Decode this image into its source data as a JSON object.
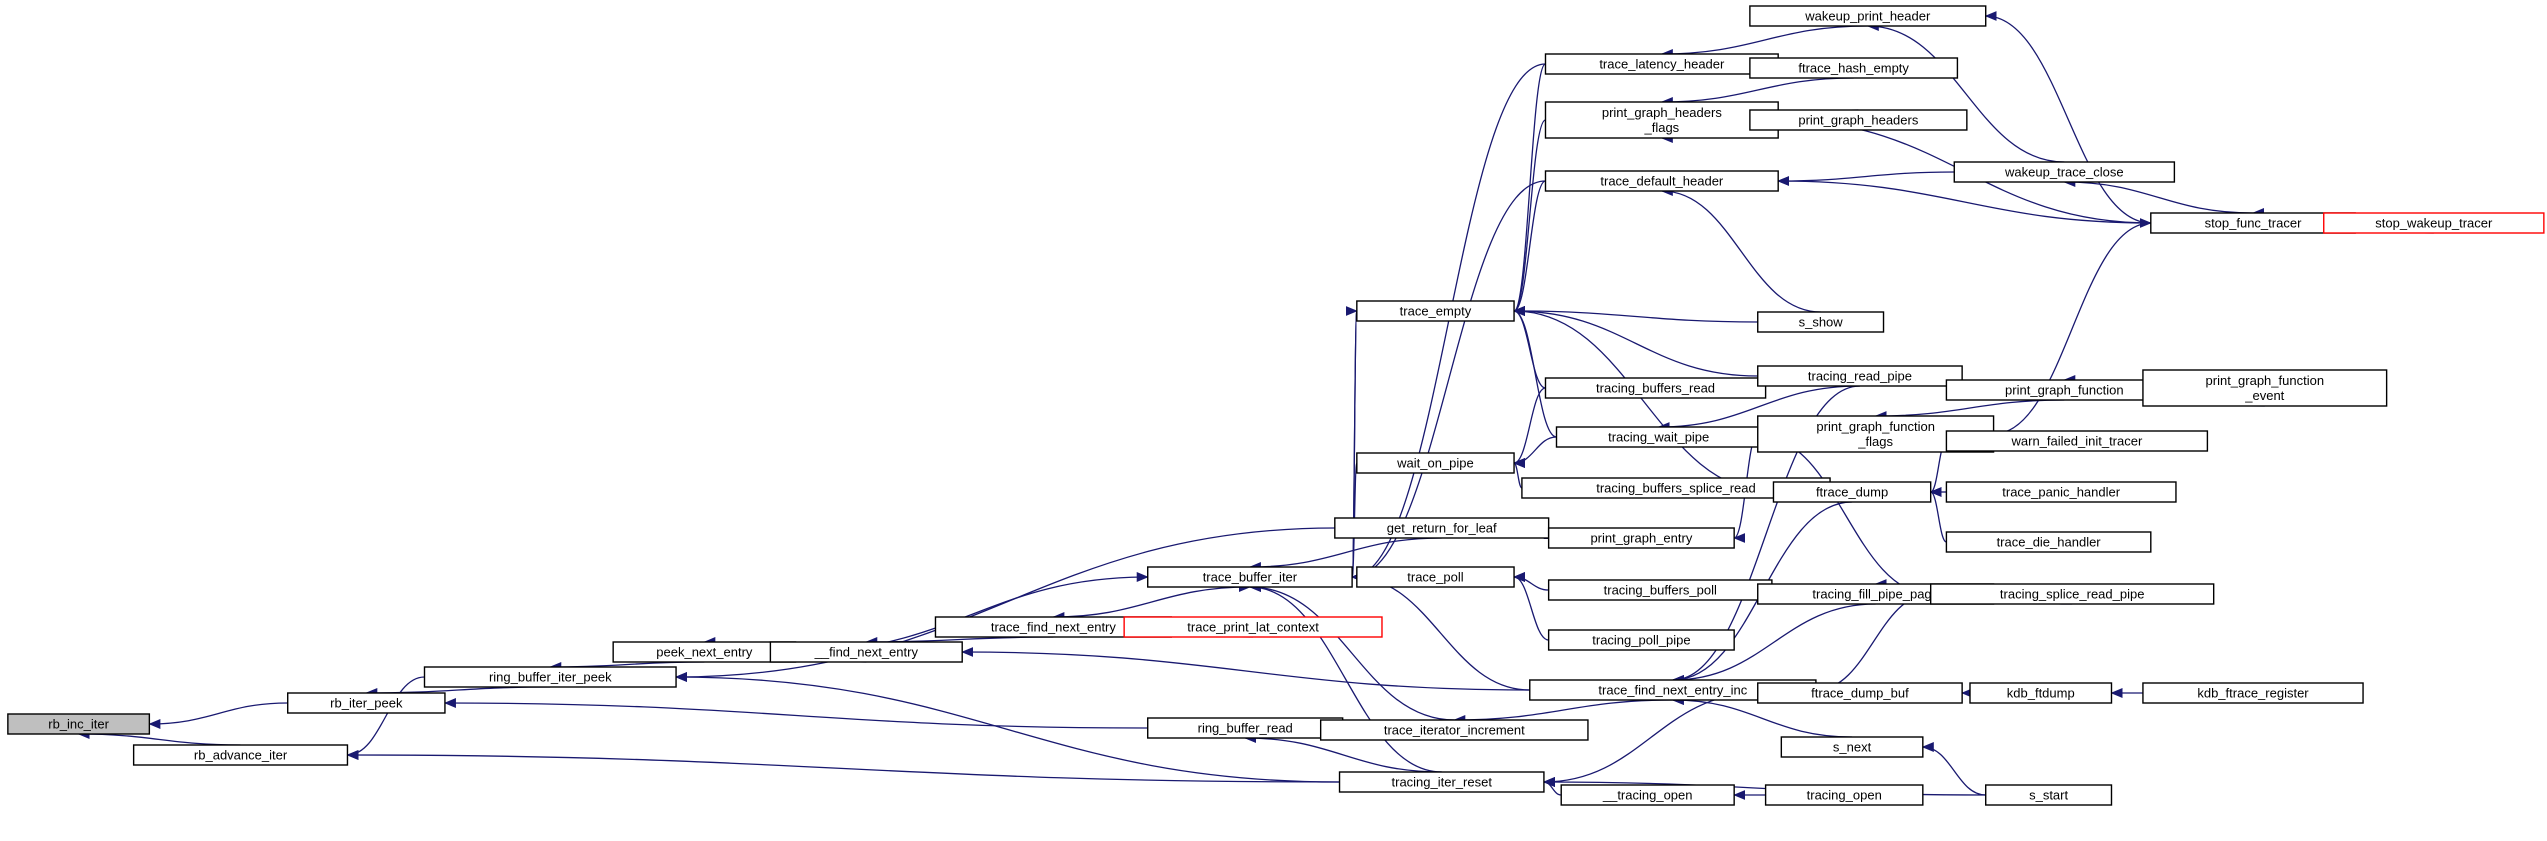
{
  "diagram": {
    "type": "call-graph",
    "colors": {
      "edge": "#191970",
      "root_fill": "#bfbfbf",
      "node_fill": "#ffffff",
      "truncated_border": "#ff0000"
    },
    "nodes": [
      {
        "id": "rb_inc_iter",
        "lines": [
          "rb_inc_iter"
        ],
        "root": true
      },
      {
        "id": "rb_iter_peek",
        "lines": [
          "rb_iter_peek"
        ]
      },
      {
        "id": "rb_advance_iter",
        "lines": [
          "rb_advance_iter"
        ]
      },
      {
        "id": "ring_buffer_iter_peek",
        "lines": [
          "ring_buffer_iter_peek"
        ]
      },
      {
        "id": "peek_next_entry",
        "lines": [
          "peek_next_entry"
        ]
      },
      {
        "id": "__find_next_entry",
        "lines": [
          "__find_next_entry"
        ]
      },
      {
        "id": "trace_find_next_entry",
        "lines": [
          "trace_find_next_entry"
        ]
      },
      {
        "id": "trace_print_lat_context",
        "lines": [
          "trace_print_lat_context"
        ],
        "truncated": true
      },
      {
        "id": "trace_buffer_iter",
        "lines": [
          "trace_buffer_iter"
        ]
      },
      {
        "id": "ring_buffer_read",
        "lines": [
          "ring_buffer_read"
        ]
      },
      {
        "id": "trace_latency_header",
        "lines": [
          "trace_latency_header"
        ]
      },
      {
        "id": "print_graph_headers_flags",
        "lines": [
          "print_graph_headers",
          "_flags"
        ]
      },
      {
        "id": "trace_default_header",
        "lines": [
          "trace_default_header"
        ]
      },
      {
        "id": "trace_empty",
        "lines": [
          "trace_empty"
        ]
      },
      {
        "id": "wait_on_pipe",
        "lines": [
          "wait_on_pipe"
        ]
      },
      {
        "id": "get_return_for_leaf",
        "lines": [
          "get_return_for_leaf"
        ]
      },
      {
        "id": "trace_poll",
        "lines": [
          "trace_poll"
        ]
      },
      {
        "id": "trace_iterator_increment",
        "lines": [
          "trace_iterator_increment"
        ]
      },
      {
        "id": "tracing_iter_reset",
        "lines": [
          "tracing_iter_reset"
        ]
      },
      {
        "id": "wakeup_print_header",
        "lines": [
          "wakeup_print_header"
        ]
      },
      {
        "id": "ftrace_hash_empty",
        "lines": [
          "ftrace_hash_empty"
        ]
      },
      {
        "id": "print_graph_headers",
        "lines": [
          "print_graph_headers"
        ]
      },
      {
        "id": "tracing_buffers_read",
        "lines": [
          "tracing_buffers_read"
        ]
      },
      {
        "id": "tracing_wait_pipe",
        "lines": [
          "tracing_wait_pipe"
        ]
      },
      {
        "id": "tracing_buffers_splice_read",
        "lines": [
          "tracing_buffers_splice_read"
        ]
      },
      {
        "id": "print_graph_entry",
        "lines": [
          "print_graph_entry"
        ]
      },
      {
        "id": "tracing_buffers_poll",
        "lines": [
          "tracing_buffers_poll"
        ]
      },
      {
        "id": "tracing_poll_pipe",
        "lines": [
          "tracing_poll_pipe"
        ]
      },
      {
        "id": "trace_find_next_entry_inc",
        "lines": [
          "trace_find_next_entry_inc"
        ]
      },
      {
        "id": "__tracing_open",
        "lines": [
          "__tracing_open"
        ]
      },
      {
        "id": "wakeup_trace_close",
        "lines": [
          "wakeup_trace_close"
        ]
      },
      {
        "id": "s_show",
        "lines": [
          "s_show"
        ]
      },
      {
        "id": "tracing_read_pipe",
        "lines": [
          "tracing_read_pipe"
        ]
      },
      {
        "id": "print_graph_function_flags",
        "lines": [
          "print_graph_function",
          "_flags"
        ]
      },
      {
        "id": "ftrace_dump",
        "lines": [
          "ftrace_dump"
        ]
      },
      {
        "id": "tracing_fill_pipe_page",
        "lines": [
          "tracing_fill_pipe_page"
        ]
      },
      {
        "id": "ftrace_dump_buf",
        "lines": [
          "ftrace_dump_buf"
        ]
      },
      {
        "id": "s_next",
        "lines": [
          "s_next"
        ]
      },
      {
        "id": "tracing_open",
        "lines": [
          "tracing_open"
        ]
      },
      {
        "id": "stop_func_tracer",
        "lines": [
          "stop_func_tracer"
        ]
      },
      {
        "id": "print_graph_function",
        "lines": [
          "print_graph_function"
        ]
      },
      {
        "id": "warn_failed_init_tracer",
        "lines": [
          "warn_failed_init_tracer"
        ]
      },
      {
        "id": "trace_panic_handler",
        "lines": [
          "trace_panic_handler"
        ]
      },
      {
        "id": "trace_die_handler",
        "lines": [
          "trace_die_handler"
        ]
      },
      {
        "id": "tracing_splice_read_pipe",
        "lines": [
          "tracing_splice_read_pipe"
        ]
      },
      {
        "id": "kdb_ftdump",
        "lines": [
          "kdb_ftdump"
        ]
      },
      {
        "id": "s_start",
        "lines": [
          "s_start"
        ]
      },
      {
        "id": "stop_wakeup_tracer",
        "lines": [
          "stop_wakeup_tracer"
        ],
        "truncated": true
      },
      {
        "id": "print_graph_function_event",
        "lines": [
          "print_graph_function",
          "_event"
        ]
      },
      {
        "id": "kdb_ftrace_register",
        "lines": [
          "kdb_ftrace_register"
        ]
      }
    ],
    "edges": [
      {
        "from": "rb_iter_peek",
        "to": "rb_inc_iter"
      },
      {
        "from": "rb_advance_iter",
        "to": "rb_inc_iter"
      },
      {
        "from": "ring_buffer_iter_peek",
        "to": "rb_iter_peek"
      },
      {
        "from": "ring_buffer_read",
        "to": "rb_iter_peek"
      },
      {
        "from": "ring_buffer_iter_peek",
        "to": "rb_advance_iter"
      },
      {
        "from": "tracing_iter_reset",
        "to": "rb_advance_iter"
      },
      {
        "from": "peek_next_entry",
        "to": "ring_buffer_iter_peek"
      },
      {
        "from": "get_return_for_leaf",
        "to": "ring_buffer_iter_peek"
      },
      {
        "from": "tracing_iter_reset",
        "to": "ring_buffer_iter_peek"
      },
      {
        "from": "__find_next_entry",
        "to": "peek_next_entry"
      },
      {
        "from": "trace_find_next_entry",
        "to": "__find_next_entry"
      },
      {
        "from": "trace_find_next_entry_inc",
        "to": "__find_next_entry"
      },
      {
        "from": "trace_print_lat_context",
        "to": "trace_find_next_entry"
      },
      {
        "from": "trace_find_next_entry",
        "to": "trace_buffer_iter"
      },
      {
        "from": "peek_next_entry",
        "to": "trace_buffer_iter"
      },
      {
        "from": "trace_latency_header",
        "to": "trace_buffer_iter"
      },
      {
        "from": "trace_default_header",
        "to": "trace_buffer_iter"
      },
      {
        "from": "trace_empty",
        "to": "trace_buffer_iter"
      },
      {
        "from": "wait_on_pipe",
        "to": "trace_buffer_iter"
      },
      {
        "from": "get_return_for_leaf",
        "to": "trace_buffer_iter"
      },
      {
        "from": "trace_poll",
        "to": "trace_buffer_iter"
      },
      {
        "from": "trace_iterator_increment",
        "to": "trace_buffer_iter"
      },
      {
        "from": "tracing_iter_reset",
        "to": "trace_buffer_iter"
      },
      {
        "from": "trace_find_next_entry_inc",
        "to": "trace_buffer_iter"
      },
      {
        "from": "trace_buffer_iter",
        "to": "trace_empty"
      },
      {
        "from": "trace_iterator_increment",
        "to": "ring_buffer_read"
      },
      {
        "from": "tracing_iter_reset",
        "to": "ring_buffer_read"
      },
      {
        "from": "wakeup_print_header",
        "to": "trace_latency_header"
      },
      {
        "from": "ftrace_hash_empty",
        "to": "print_graph_headers_flags"
      },
      {
        "from": "print_graph_headers",
        "to": "print_graph_headers_flags"
      },
      {
        "from": "wakeup_trace_close",
        "to": "trace_default_header"
      },
      {
        "from": "stop_func_tracer",
        "to": "trace_default_header"
      },
      {
        "from": "s_show",
        "to": "trace_default_header"
      },
      {
        "from": "trace_latency_header",
        "to": "trace_empty"
      },
      {
        "from": "print_graph_headers_flags",
        "to": "trace_empty"
      },
      {
        "from": "trace_default_header",
        "to": "trace_empty"
      },
      {
        "from": "s_show",
        "to": "trace_empty"
      },
      {
        "from": "tracing_read_pipe",
        "to": "trace_empty"
      },
      {
        "from": "tracing_buffers_read",
        "to": "trace_empty"
      },
      {
        "from": "tracing_wait_pipe",
        "to": "trace_empty"
      },
      {
        "from": "ftrace_dump",
        "to": "trace_empty"
      },
      {
        "from": "tracing_wait_pipe",
        "to": "wait_on_pipe"
      },
      {
        "from": "tracing_buffers_read",
        "to": "wait_on_pipe"
      },
      {
        "from": "tracing_buffers_splice_read",
        "to": "wait_on_pipe"
      },
      {
        "from": "print_graph_entry",
        "to": "get_return_for_leaf"
      },
      {
        "from": "tracing_buffers_poll",
        "to": "trace_poll"
      },
      {
        "from": "tracing_poll_pipe",
        "to": "trace_poll"
      },
      {
        "from": "trace_find_next_entry_inc",
        "to": "trace_iterator_increment"
      },
      {
        "from": "__tracing_open",
        "to": "tracing_iter_reset"
      },
      {
        "from": "ftrace_dump_buf",
        "to": "tracing_iter_reset"
      },
      {
        "from": "s_start",
        "to": "tracing_iter_reset"
      },
      {
        "from": "wakeup_trace_close",
        "to": "wakeup_print_header"
      },
      {
        "from": "stop_func_tracer",
        "to": "wakeup_print_header"
      },
      {
        "from": "stop_func_tracer",
        "to": "print_graph_headers_flags"
      },
      {
        "from": "tracing_read_pipe",
        "to": "tracing_wait_pipe"
      },
      {
        "from": "tracing_splice_read_pipe",
        "to": "tracing_wait_pipe"
      },
      {
        "from": "print_graph_function_flags",
        "to": "print_graph_entry"
      },
      {
        "from": "tracing_read_pipe",
        "to": "trace_find_next_entry_inc"
      },
      {
        "from": "ftrace_dump",
        "to": "trace_find_next_entry_inc"
      },
      {
        "from": "tracing_fill_pipe_page",
        "to": "trace_find_next_entry_inc"
      },
      {
        "from": "tracing_splice_read_pipe",
        "to": "trace_find_next_entry_inc"
      },
      {
        "from": "ftrace_dump_buf",
        "to": "trace_find_next_entry_inc"
      },
      {
        "from": "s_next",
        "to": "trace_find_next_entry_inc"
      },
      {
        "from": "tracing_open",
        "to": "__tracing_open"
      },
      {
        "from": "stop_func_tracer",
        "to": "wakeup_trace_close"
      },
      {
        "from": "stop_wakeup_tracer",
        "to": "stop_func_tracer"
      },
      {
        "from": "print_graph_function_flags",
        "to": "stop_func_tracer"
      },
      {
        "from": "print_graph_function",
        "to": "print_graph_function_flags"
      },
      {
        "from": "print_graph_function_event",
        "to": "print_graph_function"
      },
      {
        "from": "warn_failed_init_tracer",
        "to": "ftrace_dump"
      },
      {
        "from": "trace_panic_handler",
        "to": "ftrace_dump"
      },
      {
        "from": "trace_die_handler",
        "to": "ftrace_dump"
      },
      {
        "from": "tracing_splice_read_pipe",
        "to": "tracing_fill_pipe_page"
      },
      {
        "from": "kdb_ftdump",
        "to": "ftrace_dump_buf"
      },
      {
        "from": "kdb_ftrace_register",
        "to": "kdb_ftdump"
      },
      {
        "from": "s_start",
        "to": "s_next"
      }
    ]
  }
}
